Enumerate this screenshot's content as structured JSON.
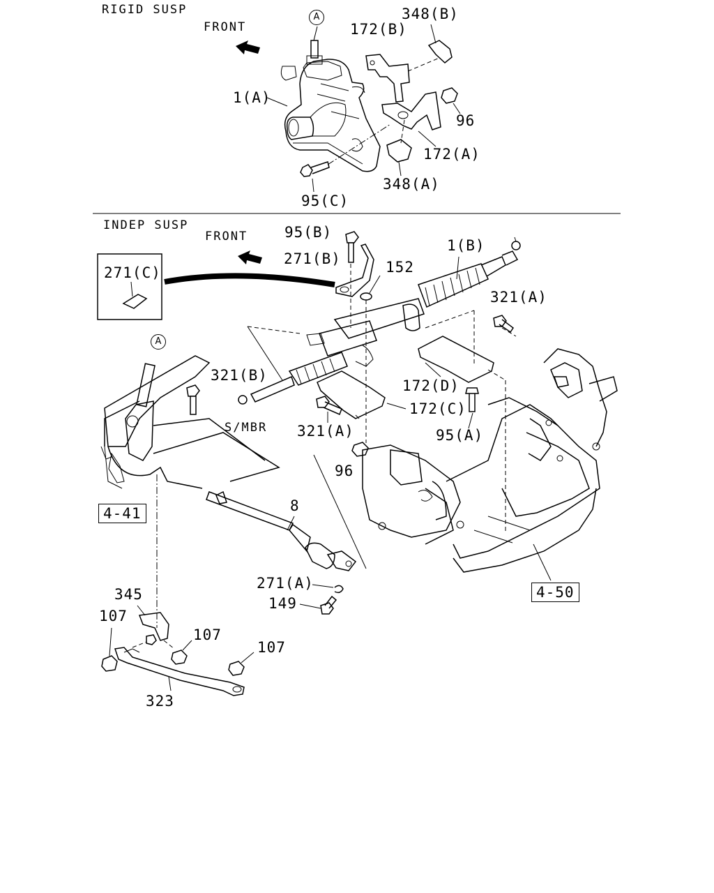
{
  "sections": {
    "rigid": "RIGID SUSP",
    "indep": "INDEP SUSP"
  },
  "front_label": "FRONT",
  "ref_marker": "A",
  "parts": {
    "p348b": "348(B)",
    "p172b": "172(B)",
    "p1a": "1(A)",
    "p96_top": "96",
    "p172a": "172(A)",
    "p348a": "348(A)",
    "p95c": "95(C)",
    "p95b": "95(B)",
    "p271b": "271(B)",
    "p152": "152",
    "p1b": "1(B)",
    "p271c": "271(C)",
    "p321a_top": "321(A)",
    "p321b": "321(B)",
    "p172d": "172(D)",
    "smbr": "S/MBR",
    "p172c": "172(C)",
    "p321a_mid": "321(A)",
    "p95a": "95(A)",
    "p96_mid": "96",
    "ref441": "4-41",
    "p8": "8",
    "p271a": "271(A)",
    "p149": "149",
    "ref450": "4-50",
    "p345": "345",
    "p107_left": "107",
    "p107_mid": "107",
    "p107_right": "107",
    "p323": "323"
  }
}
